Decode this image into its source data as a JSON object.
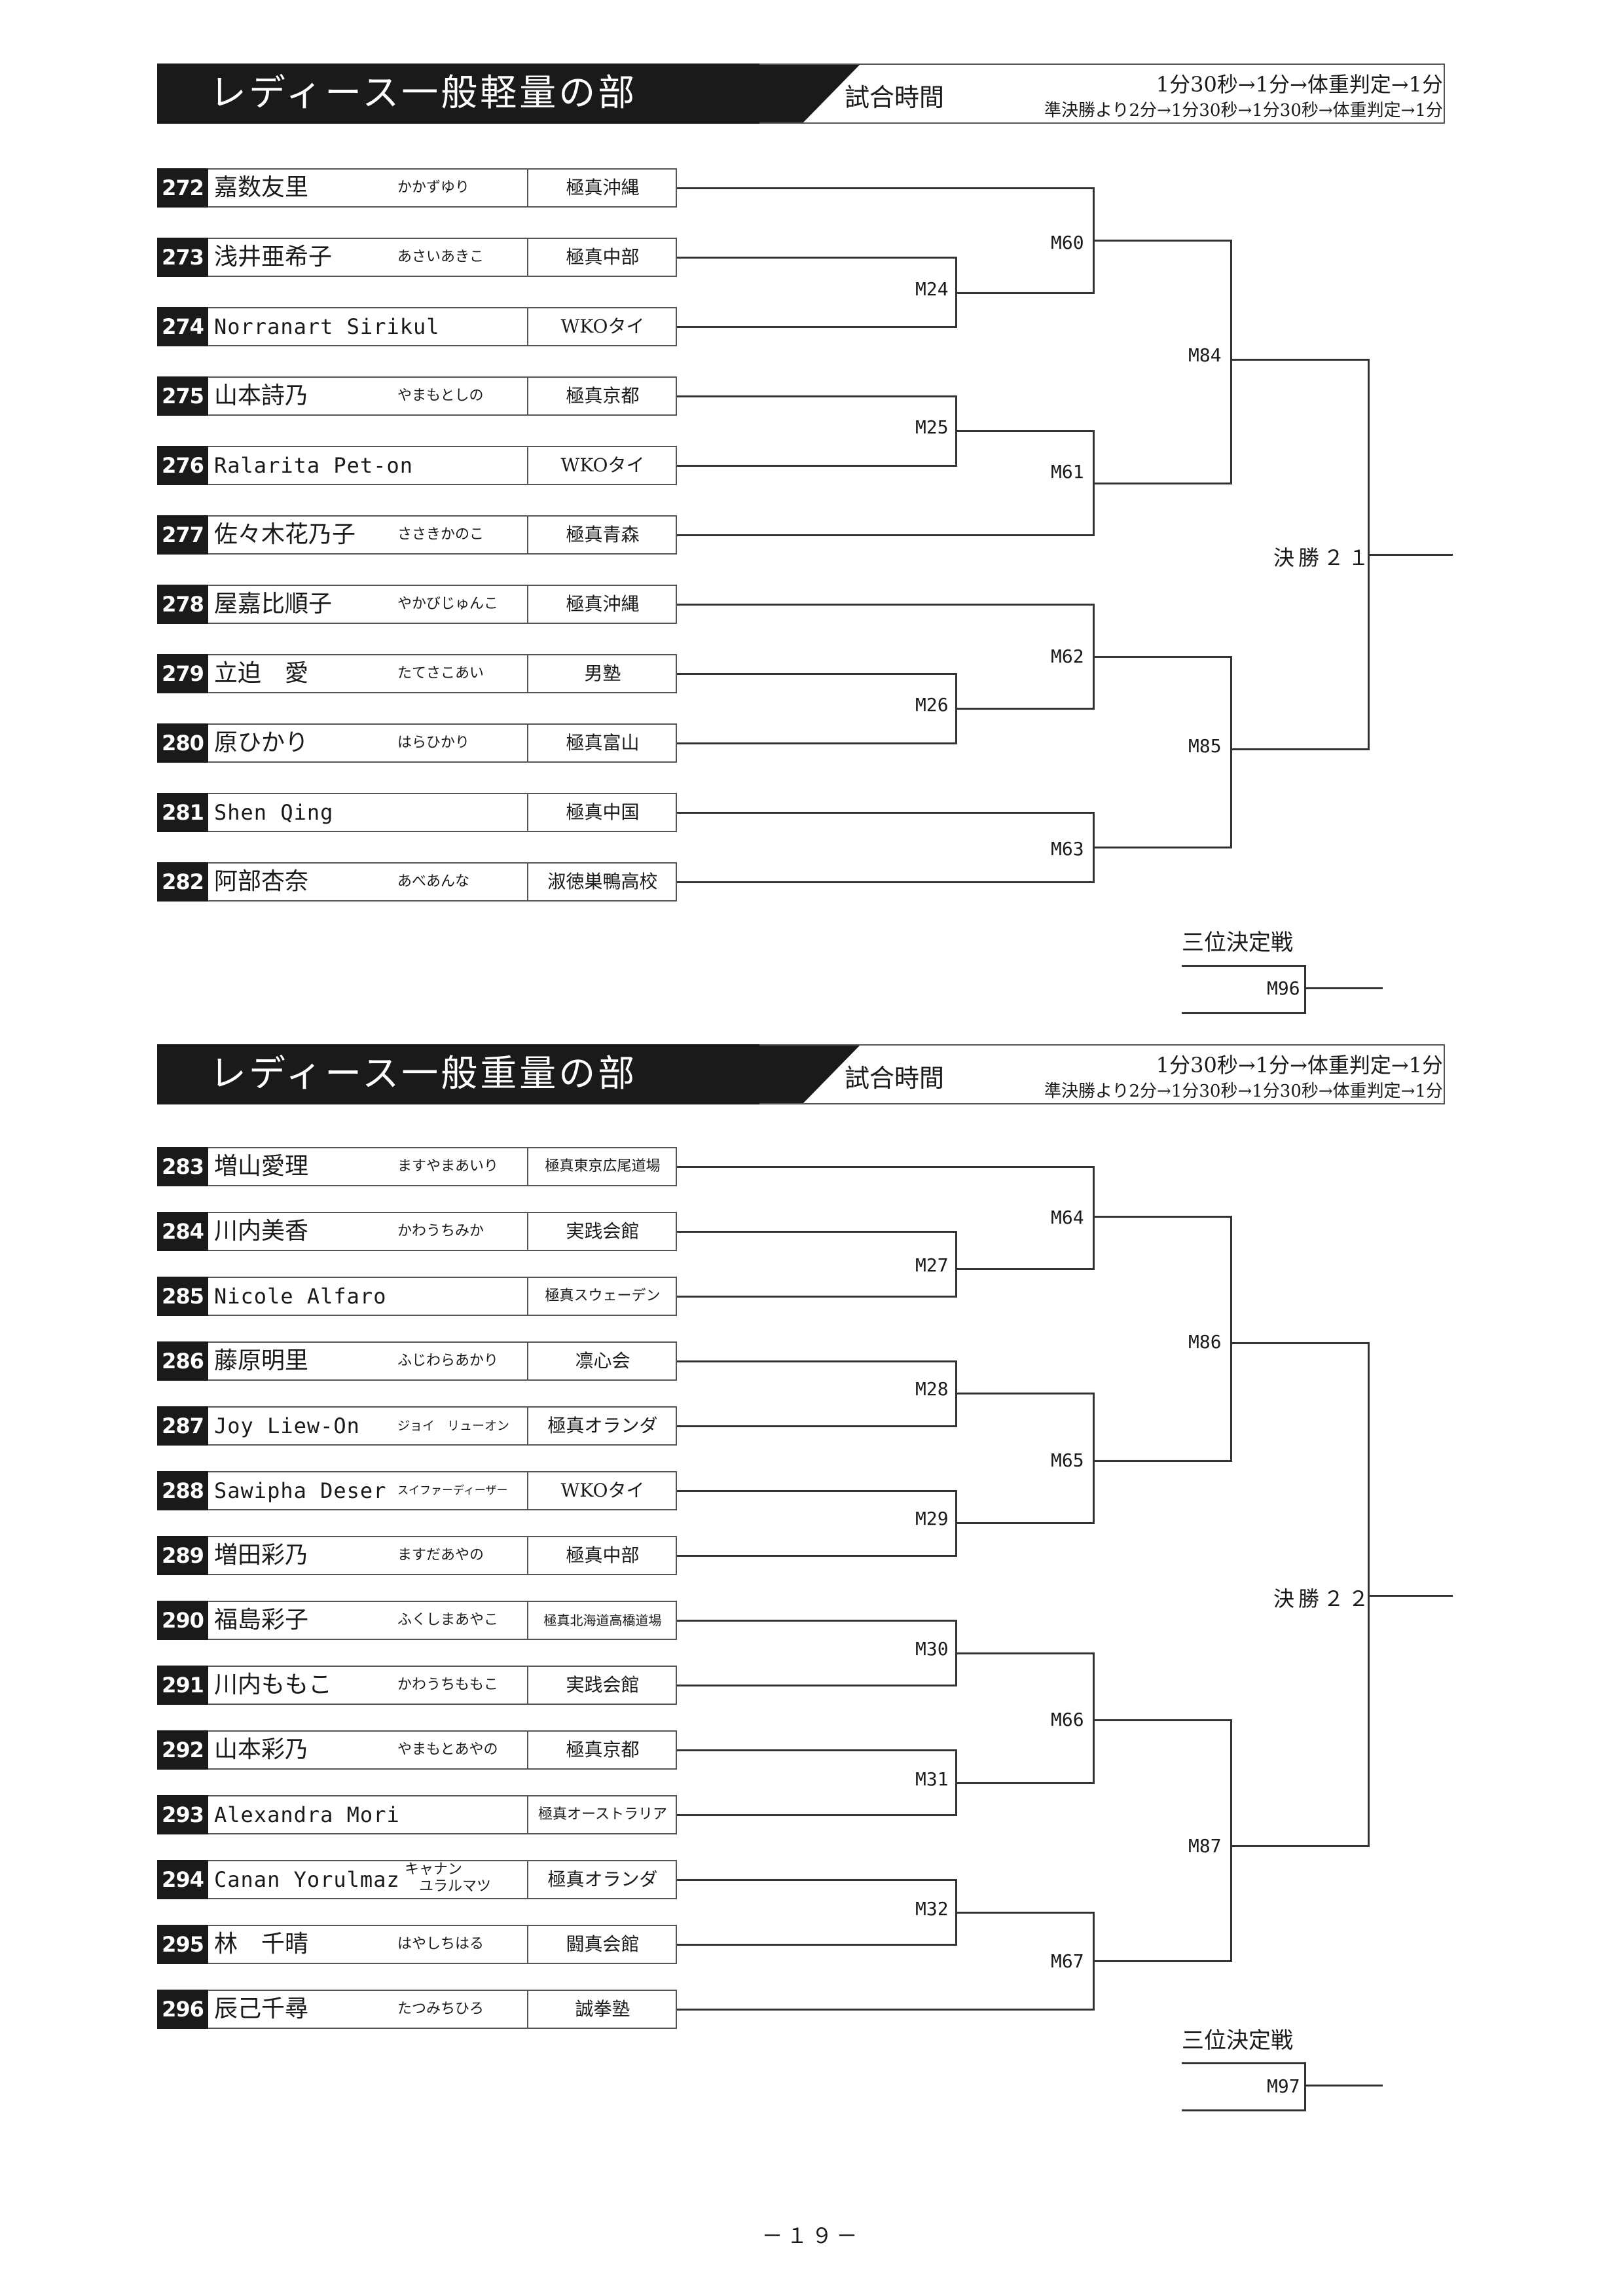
{
  "divisions": [
    {
      "title": "レディース一般軽量の部",
      "time_label": "試合時間",
      "time_rule_1": "1分30秒→1分→体重判定→1分",
      "time_rule_2": "準決勝より2分→1分30秒→1分30秒→体重判定→1分",
      "players": [
        {
          "no": "272",
          "name": "嘉数友里",
          "kana": "かかずゆり",
          "club": "極真沖縄"
        },
        {
          "no": "273",
          "name": "浅井亜希子",
          "kana": "あさいあきこ",
          "club": "極真中部"
        },
        {
          "no": "274",
          "name": "Norranart Sirikul",
          "kana": "",
          "club": "WKOタイ"
        },
        {
          "no": "275",
          "name": "山本詩乃",
          "kana": "やまもとしの",
          "club": "極真京都"
        },
        {
          "no": "276",
          "name": "Ralarita Pet-on",
          "kana": "",
          "club": "WKOタイ"
        },
        {
          "no": "277",
          "name": "佐々木花乃子",
          "kana": "ささきかのこ",
          "club": "極真青森"
        },
        {
          "no": "278",
          "name": "屋嘉比順子",
          "kana": "やかびじゅんこ",
          "club": "極真沖縄"
        },
        {
          "no": "279",
          "name": "立迫　愛",
          "kana": "たてさこあい",
          "club": "男塾"
        },
        {
          "no": "280",
          "name": "原ひかり",
          "kana": "はらひかり",
          "club": "極真富山"
        },
        {
          "no": "281",
          "name": "Shen Qing",
          "kana": "",
          "club": "極真中国"
        },
        {
          "no": "282",
          "name": "阿部杏奈",
          "kana": "あべあんな",
          "club": "淑徳巣鴨高校"
        }
      ],
      "matches": {
        "r1": [
          "M24",
          "M25",
          "M26"
        ],
        "r2": [
          "M60",
          "M61",
          "M62",
          "M63"
        ],
        "r3": [
          "M84",
          "M85"
        ],
        "final": "決勝２１"
      },
      "third_label": "三位決定戦",
      "third_match": "M96"
    },
    {
      "title": "レディース一般重量の部",
      "time_label": "試合時間",
      "time_rule_1": "1分30秒→1分→体重判定→1分",
      "time_rule_2": "準決勝より2分→1分30秒→1分30秒→体重判定→1分",
      "players": [
        {
          "no": "283",
          "name": "増山愛理",
          "kana": "ますやまあいり",
          "club": "極真東京広尾道場"
        },
        {
          "no": "284",
          "name": "川内美香",
          "kana": "かわうちみか",
          "club": "実践会館"
        },
        {
          "no": "285",
          "name": "Nicole Alfaro",
          "kana": "",
          "club": "極真スウェーデン"
        },
        {
          "no": "286",
          "name": "藤原明里",
          "kana": "ふじわらあかり",
          "club": "凛心会"
        },
        {
          "no": "287",
          "name": "Joy Liew-On",
          "kana": "ジョイ　リューオン",
          "club": "極真オランダ"
        },
        {
          "no": "288",
          "name": "Sawipha Deser",
          "kana": "スイファーディーザー",
          "club": "WKOタイ"
        },
        {
          "no": "289",
          "name": "増田彩乃",
          "kana": "ますだあやの",
          "club": "極真中部"
        },
        {
          "no": "290",
          "name": "福島彩子",
          "kana": "ふくしまあやこ",
          "club": "極真北海道高橋道場"
        },
        {
          "no": "291",
          "name": "川内ももこ",
          "kana": "かわうちももこ",
          "club": "実践会館"
        },
        {
          "no": "292",
          "name": "山本彩乃",
          "kana": "やまもとあやの",
          "club": "極真京都"
        },
        {
          "no": "293",
          "name": "Alexandra Mori",
          "kana": "",
          "club": "極真オーストラリア"
        },
        {
          "no": "294",
          "name": "Canan Yorulmaz",
          "kana": "キャナン\nユラルマツ",
          "kana_l1": "キャナン",
          "kana_l2": "ユラルマツ",
          "club": "極真オランダ"
        },
        {
          "no": "295",
          "name": "林　千晴",
          "kana": "はやしちはる",
          "club": "闘真会館"
        },
        {
          "no": "296",
          "name": "辰己千尋",
          "kana": "たつみちひろ",
          "club": "誠拳塾"
        }
      ],
      "matches": {
        "r1": [
          "M27",
          "M28",
          "M29",
          "M30",
          "M31",
          "M32"
        ],
        "r2": [
          "M64",
          "M65",
          "M66",
          "M67"
        ],
        "r3": [
          "M86",
          "M87"
        ],
        "final": "決勝２２"
      },
      "third_label": "三位決定戦",
      "third_match": "M97"
    }
  ],
  "page_number": "－１９－"
}
